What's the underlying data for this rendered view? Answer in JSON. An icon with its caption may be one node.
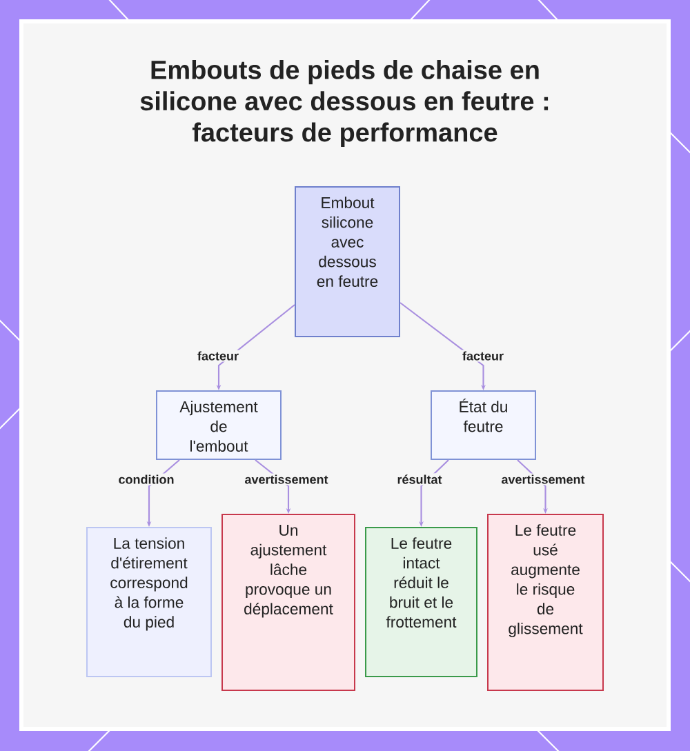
{
  "diagram": {
    "title": "Embouts de pieds de chaise en silicone avec dessous en feutre : facteurs de performance",
    "nodes": [
      {
        "text": [
          "Embout silicone avec dessous en feutre"
        ]
      },
      {
        "text": [
          "Ajustement de l'embout"
        ]
      },
      {
        "text": [
          "État du feutre"
        ]
      },
      {
        "text": [
          "La tension d'étirement correspond à la forme du pied"
        ]
      },
      {
        "text": [
          "Un ajustement lâche provoque un déplacement"
        ]
      },
      {
        "text": [
          "Le feutre intact réduit le bruit et le frottement"
        ]
      },
      {
        "text": [
          "Le feutre usé augmente le risque de glissement"
        ]
      }
    ],
    "edges": [
      {
        "from": 0,
        "to": 1,
        "arrow": "to",
        "label": "facteur"
      },
      {
        "from": 0,
        "to": 2,
        "arrow": "to",
        "label": "facteur"
      },
      {
        "from": 1,
        "to": 3,
        "arrow": "to",
        "label": "condition"
      },
      {
        "from": 1,
        "to": 4,
        "arrow": "to",
        "label": "avertissement"
      },
      {
        "from": 2,
        "to": 5,
        "arrow": "to",
        "label": "résultat"
      },
      {
        "from": 2,
        "to": 6,
        "arrow": "to",
        "label": "avertissement"
      }
    ]
  }
}
